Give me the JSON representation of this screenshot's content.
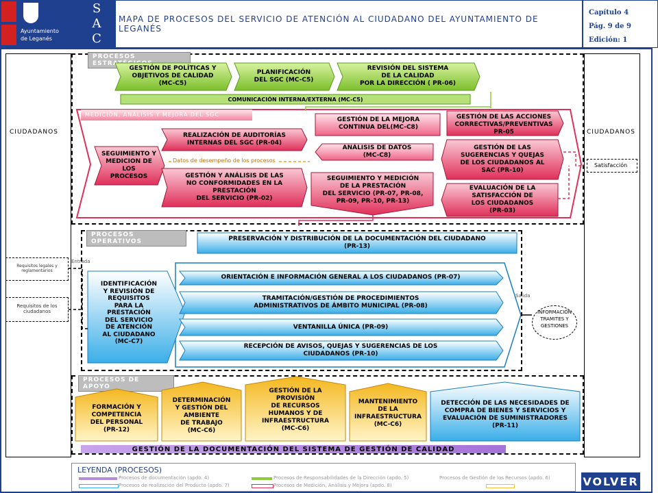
{
  "header": {
    "org_name": "Ayuntamiento\nde Leganés",
    "acronym": "S\nA\nC",
    "title": "MAPA DE PROCESOS DEL SERVICIO DE ATENCIÓN AL CIUDADANO DEL AYUNTAMIENTO DE LEGANÉS",
    "chapter": "Capítulo 4",
    "page": "Pág. 9  de  9",
    "edition": "Edición: 1"
  },
  "sides": {
    "left_label": "CIUDADANOS",
    "right_label": "CIUDADANOS",
    "satisfaction": "Satisfacción",
    "requisitos_legales": "Requisitos legales y reglamentarios",
    "requisitos_ciudadanos": "Requisitos de los ciudadanos",
    "entrada": "Entrada",
    "salida": "Salida",
    "output": "INFORMACIÓN\nTRAMITES Y\nGESTIONES"
  },
  "strategic": {
    "title": "PROCESOS ESTRATÉGICOS",
    "items": [
      "GESTIÓN DE POLÍTICAS Y\nOBJETIVOS DE CALIDAD\n(MC-C5)",
      "PLANIFICACIÓN\nDEL SGC (MC-C5)",
      "REVISIÓN DEL SISTEMA\nDE LA CALIDAD\nPOR LA DIRECCIÓN ( PR-06)"
    ],
    "communication": "COMUNICACIÓN INTERNA/EXTERNA (MC-C5)"
  },
  "measurement": {
    "title": "MEDICIÓN, ANÁLISIS Y MEJORA DEL SGC",
    "seguimiento": "SEGUIMIENTO Y\nMEDICION DE\nLOS\nPROCESOS",
    "auditorias": "REALIZACIÓN DE AUDITORÍAS\nINTERNAS DEL SGC (PR-04)",
    "datos_label": "Datos de desempeño de los procesos",
    "no_conformidades": "GESTIÓN Y ANÁLISIS DE LAS\nNO CONFORMIDADES EN LA\nPRESTACIÓN\nDEL SERVICIO (PR-02)",
    "mejora": "GESTIÓN DE LA MEJORA\nCONTINUA DEL(MC-C8)",
    "analisis": "ANÁLISIS DE DATOS\n(MC-C8)",
    "prestacion": "SEGUIMIENTO Y MEDICIÓN\nDE LA PRESTACIÓN\nDEL SERVICIO (PR-07, PR-08,\nPR-09, PR-10, PR-13)",
    "acciones": "GESTIÓN DE LAS ACCIONES\nCORRECTIVAS/PREVENTIVAS\nPR-05",
    "sugerencias": "GESTIÓN DE LAS\nSUGERENCIAS Y QUEJAS\nDE LOS CIUDADANOS AL\nSAC (PR-10)",
    "evaluacion": "EVALUACIÓN DE LA\nSATISFACCIÓN DE\nLOS CIUDADANOS\n(PR-03)"
  },
  "operative": {
    "title": "PROCESOS OPERATIVOS",
    "preservacion": "PRESERVACIÓN  Y DISTRIBUCIÓN DE LA DOCUMENTACIÓN DEL CIUDADANO\n(PR-13)",
    "identificacion": "IDENTIFICACIÓN\nY REVISIÓN DE\nREQUISITOS\nPARA LA\nPRESTACIÓN\nDEL SERVICIO\nDE ATENCIÓN\nAL CIUDADANO\n(MC-C7)",
    "rows": [
      "ORIENTACIÓN E INFORMACIÓN GENERAL A LOS CIUDADANOS (PR-07)",
      "TRAMITACIÓN/GESTIÓN DE PROCEDIMIENTOS\nADMINISTRATIVOS DE ÁMBITO MUNICIPAL (PR-08)",
      "VENTANILLA ÚNICA (PR-09)",
      "RECEPCIÓN DE AVISOS, QUEJAS Y SUGERENCIAS DE LOS\nCIUDADANOS (PR-10)"
    ]
  },
  "support": {
    "title": "PROCESOS DE APOYO",
    "items": [
      "FORMACIÓN Y\nCOMPETENCIA\nDEL PERSONAL\n(PR-12)",
      "DETERMINACIÓN\nY GESTIÓN DEL\nAMBIENTE\nDE TRABAJO\n(MC-C6)",
      "GESTIÓN DE LA\nPROVISIÓN\nDE RECURSOS\nHUMANOS Y DE\nINFRAESTRUCTURA\n(MC-C6)",
      "MANTENIMIENTO\nDE LA\nINFRAESTRUCTURA\n(MC-C6)",
      "DETECCIÓN DE LAS NECESIDADES DE\nCOMPRA DE BIENES Y SERVICIOS Y\nEVALUACIÓN DE SUMINISTRADORES\n(PR-11)"
    ],
    "documentation": "GESTIÓN DE LA DOCUMENTACIÓN DEL SISTEMA DE GESTIÓN DE CALIDAD"
  },
  "legend": {
    "title": "LEYENDA (PROCESOS)",
    "items": [
      "Procesos de documentación (apdo. 4)",
      "Procesos de realización del Producto (apdo. 7)",
      "Procesos de Responsabilidades de la Dirección (apdo. 5)",
      "Procesos de Medición, Análisis y Mejora (apdo. 8)",
      "Procesos de Gestión de los Recursos (apdo. 6)"
    ],
    "colors": {
      "documentation": "#b48cdc",
      "realization": "#3aaee8",
      "direction": "#8ccc3c",
      "measurement": "#e0305a",
      "resources": "#f4c040"
    }
  },
  "volver": "VOLVER"
}
